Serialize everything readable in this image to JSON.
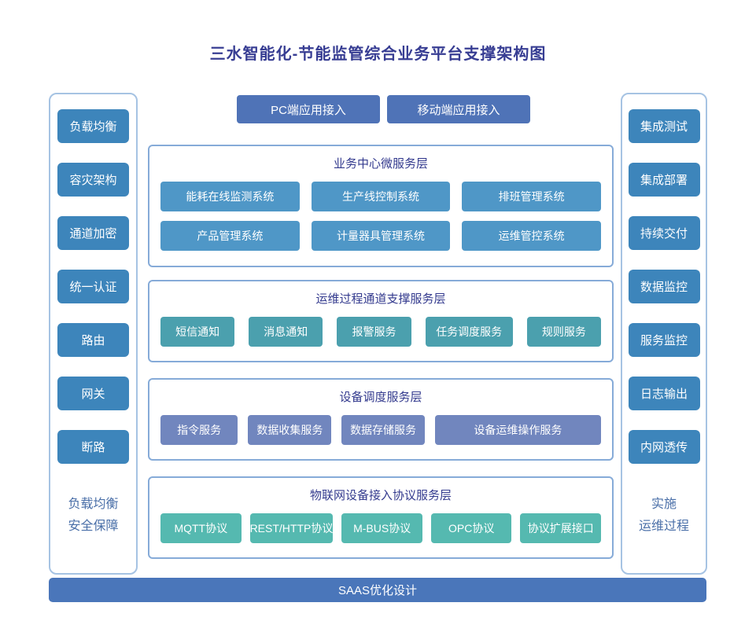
{
  "title": "三水智能化-节能监管综合业务平台支撑架构图",
  "colors": {
    "title_text": "#373d93",
    "layer_title_text": "#333a8e",
    "side_box": "#3d85bb",
    "side_footer_text": "#4a6fa8",
    "access_box": "#4f73b7",
    "layer1_box": "#4f97c7",
    "layer2_box": "#4ba0ae",
    "layer3_box": "#7186be",
    "layer4_box": "#55b9b0",
    "panel_border": "#a6c3e3",
    "layer_border": "#86abd8",
    "bottom_bar": "#4a76ba"
  },
  "top_access": {
    "pc_label": "PC端应用接入",
    "mobile_label": "移动端应用接入"
  },
  "left_panel": {
    "items": [
      {
        "label": "负载均衡"
      },
      {
        "label": "容灾架构"
      },
      {
        "label": "通道加密"
      },
      {
        "label": "统一认证"
      },
      {
        "label": "路由"
      },
      {
        "label": "网关"
      },
      {
        "label": "断路"
      }
    ],
    "footer_line1": "负载均衡",
    "footer_line2": "安全保障"
  },
  "right_panel": {
    "items": [
      {
        "label": "集成测试"
      },
      {
        "label": "集成部署"
      },
      {
        "label": "持续交付"
      },
      {
        "label": "数据监控"
      },
      {
        "label": "服务监控"
      },
      {
        "label": "日志输出"
      },
      {
        "label": "内网透传"
      }
    ],
    "footer_line1": "实施",
    "footer_line2": "运维过程"
  },
  "layers": [
    {
      "title": "业务中心微服务层",
      "boxes": [
        "能耗在线监测系统",
        "生产线控制系统",
        "排班管理系统",
        "产品管理系统",
        "计量器具管理系统",
        "运维管控系统"
      ]
    },
    {
      "title": "运维过程通道支撑服务层",
      "boxes": [
        "短信通知",
        "消息通知",
        "报警服务",
        "任务调度服务",
        "规则服务"
      ]
    },
    {
      "title": "设备调度服务层",
      "boxes": [
        "指令服务",
        "数据收集服务",
        "数据存储服务",
        "设备运维操作服务"
      ]
    },
    {
      "title": "物联网设备接入协议服务层",
      "boxes": [
        "MQTT协议",
        "REST/HTTP协议",
        "M-BUS协议",
        "OPC协议",
        "协议扩展接口"
      ]
    }
  ],
  "bottom_bar": {
    "label": "SAAS优化设计"
  }
}
